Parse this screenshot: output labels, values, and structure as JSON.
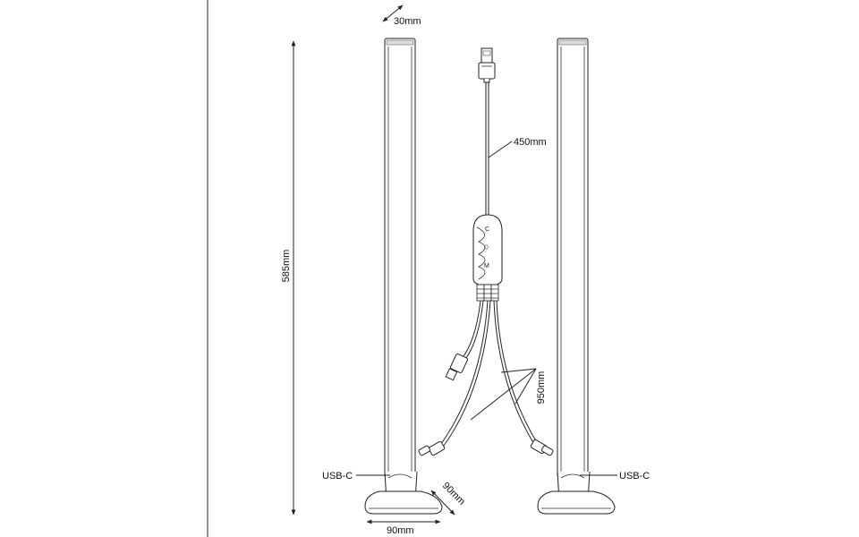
{
  "dimensions": {
    "bar_width": "30mm",
    "bar_height": "585mm",
    "usb_cable_length": "450mm",
    "split_cable_length": "950mm",
    "base_width": "90mm",
    "base_depth": "90mm"
  },
  "connectors": {
    "left": "USB-C",
    "right": "USB-C"
  },
  "controller": {
    "top_button": "C",
    "middle_button": "◇",
    "bottom_button": "M"
  },
  "colors": {
    "line": "#222222",
    "background": "#ffffff"
  }
}
